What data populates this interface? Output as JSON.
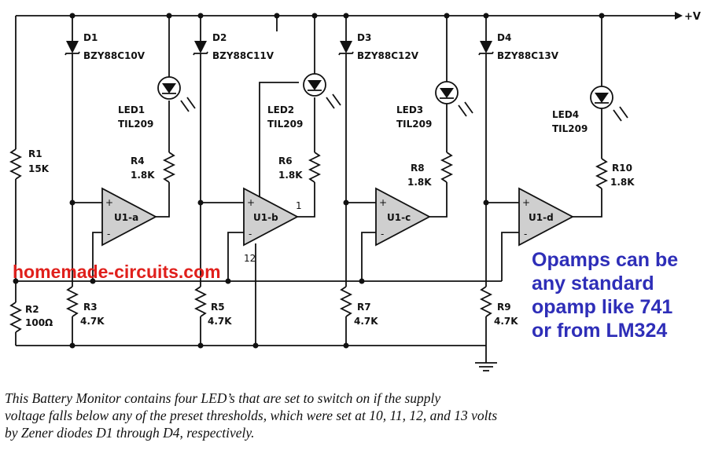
{
  "supply_label": "+V",
  "zeners": [
    {
      "ref": "D1",
      "part": "BZY88C10V"
    },
    {
      "ref": "D2",
      "part": "BZY88C11V"
    },
    {
      "ref": "D3",
      "part": "BZY88C12V"
    },
    {
      "ref": "D4",
      "part": "BZY88C13V"
    }
  ],
  "leds": [
    {
      "ref": "LED1",
      "part": "TIL209"
    },
    {
      "ref": "LED2",
      "part": "TIL209"
    },
    {
      "ref": "LED3",
      "part": "TIL209"
    },
    {
      "ref": "LED4",
      "part": "TIL209"
    }
  ],
  "resistors": {
    "r1": {
      "ref": "R1",
      "value": "15K"
    },
    "r2": {
      "ref": "R2",
      "value": "100Ω"
    },
    "r3": {
      "ref": "R3",
      "value": "4.7K"
    },
    "r4": {
      "ref": "R4",
      "value": "1.8K"
    },
    "r5": {
      "ref": "R5",
      "value": "4.7K"
    },
    "r6": {
      "ref": "R6",
      "value": "1.8K"
    },
    "r7": {
      "ref": "R7",
      "value": "4.7K"
    },
    "r8": {
      "ref": "R8",
      "value": "1.8K"
    },
    "r9": {
      "ref": "R9",
      "value": "4.7K"
    },
    "r10": {
      "ref": "R10",
      "value": "1.8K"
    }
  },
  "opamps": [
    {
      "ref": "U1-a"
    },
    {
      "ref": "U1-b"
    },
    {
      "ref": "U1-c"
    },
    {
      "ref": "U1-d"
    }
  ],
  "pins": {
    "plus": "+",
    "minus": "-",
    "out_pin": "1",
    "supply_pin": "12"
  },
  "watermark": "homemade-circuits.com",
  "note_lines": [
    "Opamps can be",
    "any standard",
    "opamp like 741",
    "or from LM324"
  ],
  "caption_lines": [
    "This Battery Monitor contains four LED’s that are set to switch on if the supply",
    "voltage falls below any of the preset thresholds, which were set at 10, 11, 12, and 13 volts",
    "by Zener diodes D1 through D4, respectively."
  ]
}
